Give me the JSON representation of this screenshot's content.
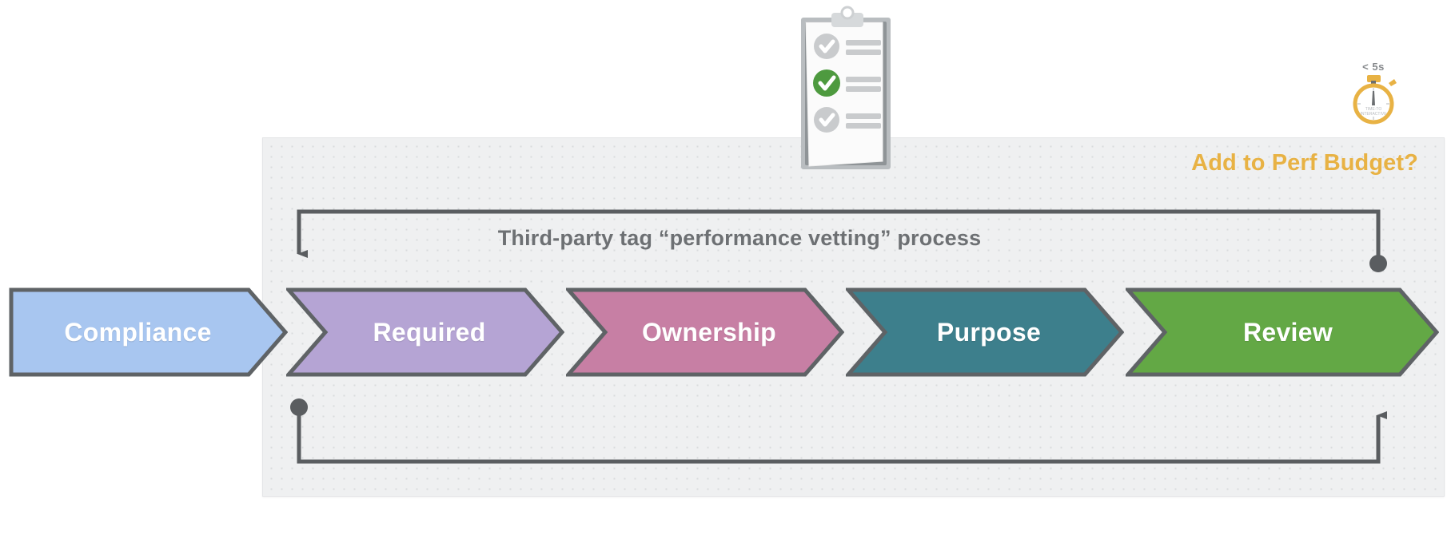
{
  "diagram": {
    "title": "Third-party tag “performance vetting” process",
    "callout": "Add to Perf Budget?",
    "stopwatch": {
      "threshold_label": "< 5s",
      "face_line_1": "TIME-TO",
      "face_line_2": "INTERACTIVE"
    },
    "steps": [
      {
        "label": "Compliance",
        "color": "#a8c6f0",
        "border": "#5f6366",
        "shape": "arrow-start"
      },
      {
        "label": "Required",
        "color": "#b5a4d4",
        "border": "#5f6366",
        "shape": "chevron"
      },
      {
        "label": "Ownership",
        "color": "#c77fa4",
        "border": "#5f6366",
        "shape": "chevron"
      },
      {
        "label": "Purpose",
        "color": "#3d7f8c",
        "border": "#5f6366",
        "shape": "chevron"
      },
      {
        "label": "Review",
        "color": "#63a845",
        "border": "#5f6366",
        "shape": "chevron"
      }
    ],
    "loops": [
      {
        "name": "top-feedback-loop",
        "from": "right-dot",
        "to": "left-arrow-down"
      },
      {
        "name": "bottom-feedback-loop",
        "from": "left-dot",
        "to": "right-arrow-up"
      }
    ],
    "colors": {
      "panel_bg": "#eff0f1",
      "panel_dot": "#d9dbdd",
      "line": "#5a5d60",
      "title_text": "#6d7073",
      "callout_text": "#e8b244",
      "clipboard_check_done": "#4e9a3f",
      "clipboard_check_pending": "#c9cbcd"
    },
    "clipboard": {
      "name": "checklist-clipboard",
      "rows": [
        {
          "state": "pending"
        },
        {
          "state": "complete"
        },
        {
          "state": "pending"
        }
      ]
    }
  }
}
